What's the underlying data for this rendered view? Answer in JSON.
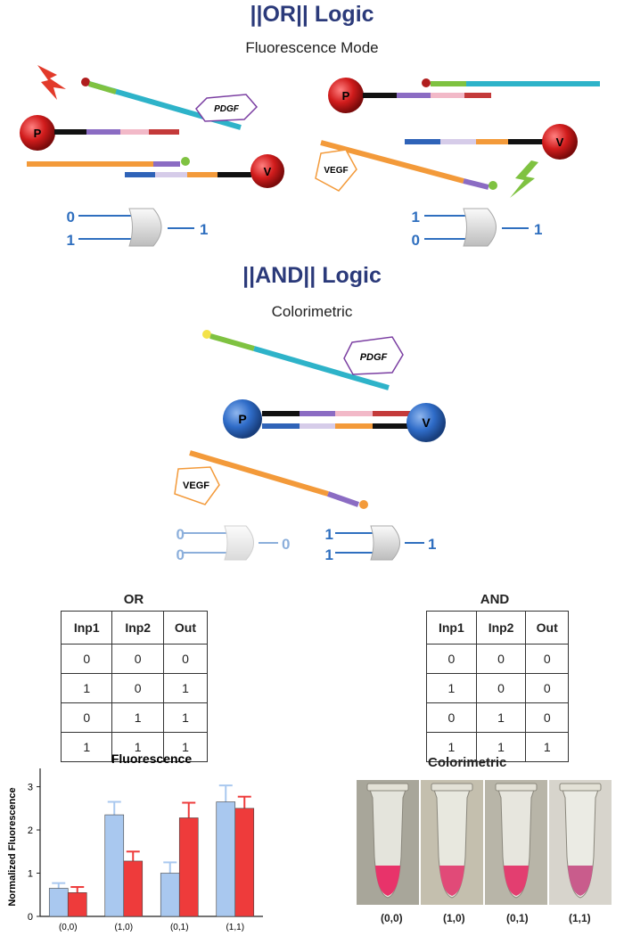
{
  "or_section": {
    "title": "||OR|| Logic",
    "mode": "Fluorescence Mode"
  },
  "and_section": {
    "title": "||AND|| Logic",
    "mode": "Colorimetric"
  },
  "labels": {
    "p": "P",
    "v": "V",
    "pdgf": "PDGF",
    "vegf": "VEGF"
  },
  "or_gates": [
    {
      "in1": "0",
      "in2": "1",
      "out": "1"
    },
    {
      "in1": "1",
      "in2": "0",
      "out": "1"
    }
  ],
  "and_gates": [
    {
      "in1": "0",
      "in2": "0",
      "out": "0"
    },
    {
      "in1": "1",
      "in2": "1",
      "out": "1"
    }
  ],
  "or_table": {
    "title": "OR",
    "headers": [
      "Inp1",
      "Inp2",
      "Out"
    ],
    "rows": [
      [
        "0",
        "0",
        "0"
      ],
      [
        "1",
        "0",
        "1"
      ],
      [
        "0",
        "1",
        "1"
      ],
      [
        "1",
        "1",
        "1"
      ]
    ]
  },
  "and_table": {
    "title": "AND",
    "headers": [
      "Inp1",
      "Inp2",
      "Out"
    ],
    "rows": [
      [
        "0",
        "0",
        "0"
      ],
      [
        "1",
        "0",
        "0"
      ],
      [
        "0",
        "1",
        "0"
      ],
      [
        "1",
        "1",
        "1"
      ]
    ]
  },
  "colors": {
    "blue_bar": "#a9c8ef",
    "red_bar": "#ee3b3b",
    "title": "#2b3a7a",
    "gate_wire": "#2f6fbf"
  },
  "chart_data": {
    "type": "bar",
    "title": "Fluorescence",
    "ylabel": "Normalized Fluorescence",
    "xlabel": "",
    "categories": [
      "(0,0)",
      "(1,0)",
      "(0,1)",
      "(1,1)"
    ],
    "ylim": [
      0,
      3.3
    ],
    "yticks": [
      0,
      1,
      2,
      3
    ],
    "series": [
      {
        "values": [
          0.65,
          2.35,
          1.0,
          2.65
        ],
        "errors": [
          0.12,
          0.3,
          0.25,
          0.38
        ],
        "color": "#a9c8ef"
      },
      {
        "values": [
          0.55,
          1.28,
          2.28,
          2.5
        ],
        "errors": [
          0.13,
          0.22,
          0.35,
          0.27
        ],
        "color": "#ee3b3b"
      }
    ]
  },
  "colorimetric": {
    "title": "Colorimetric",
    "labels": [
      "(0,0)",
      "(1,0)",
      "(0,1)",
      "(1,1)"
    ],
    "liquid_colors": [
      "#e8336a",
      "#e14a78",
      "#e33e70",
      "#c95c8c"
    ]
  }
}
